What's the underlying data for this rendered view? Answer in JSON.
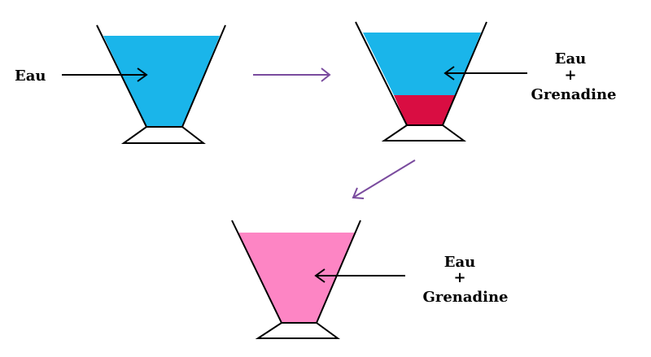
{
  "glass1": {
    "label": "Eau"
  },
  "glass2": {
    "label_line1": "Eau",
    "label_line2": "+",
    "label_line3": "Grenadine"
  },
  "glass3": {
    "label_line1": "Eau",
    "label_line2": "+",
    "label_line3": "Grenadine"
  },
  "colors": {
    "water": "#1ab5ea",
    "grenadine": "#d90d42",
    "mixed": "#fd85c4",
    "outline": "#000000",
    "process_arrow": "#7a4b9e"
  }
}
